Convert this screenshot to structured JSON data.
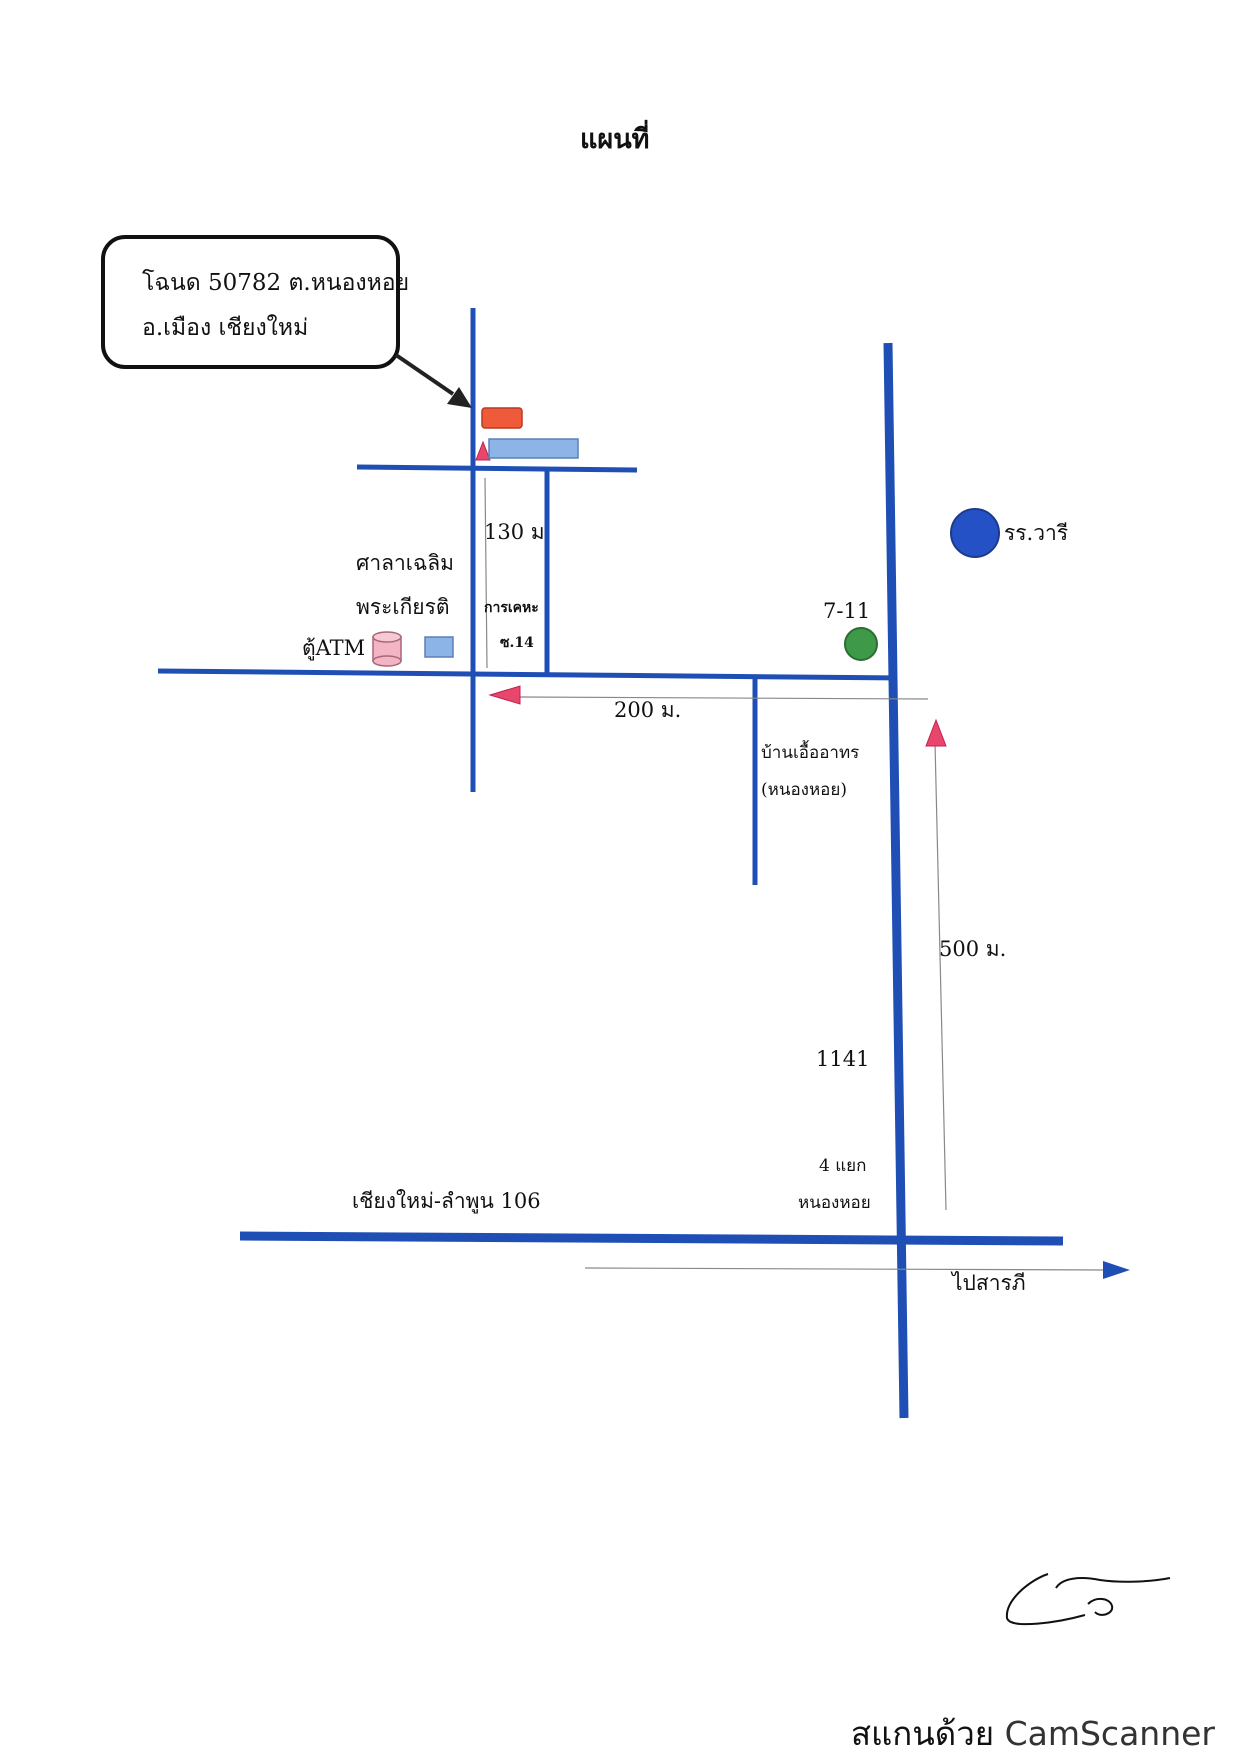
{
  "title": "แผนที่",
  "callout": {
    "line1": "โฉนด 50782 ต.หนองหอย",
    "line2": "อ.เมือง เชียงใหม่"
  },
  "labels": {
    "distance_130": "130 ม",
    "sala_line1": "ศาลาเฉลิม",
    "sala_line2": "พระเกียรติ",
    "atm": "ตู้ATM",
    "karakeha": "การเคหะ",
    "soi14": "ซ.14",
    "seven_eleven": "7-11",
    "school": "รร.วารี",
    "distance_200": "200 ม.",
    "baan_line1": "บ้านเอื้ออาทร",
    "baan_line2": "(หนองหอย)",
    "distance_500": "500 ม.",
    "road_1141": "1141",
    "junction_line1": "4 แยก",
    "junction_line2": "หนองหอย",
    "road_106": "เชียงใหม่-ลำพูน 106",
    "to_saraphi": "ไปสารภี"
  },
  "footer": {
    "scanned_with": "สแกนด้วย",
    "app_name": "CamScanner"
  },
  "colors": {
    "road": "#1f4fb5",
    "arrow": "#e8476b",
    "plot_red": "#ee5a3a",
    "plot_blue": "#8db4e6",
    "school": "#2452c6",
    "seven_eleven": "#3e9a48",
    "atm_pink": "#f3b4c4"
  },
  "icons": {
    "pointer": "pointer-arrow-icon",
    "school": "circle-marker-icon",
    "seven_eleven": "circle-marker-icon",
    "atm": "cylinder-icon"
  }
}
